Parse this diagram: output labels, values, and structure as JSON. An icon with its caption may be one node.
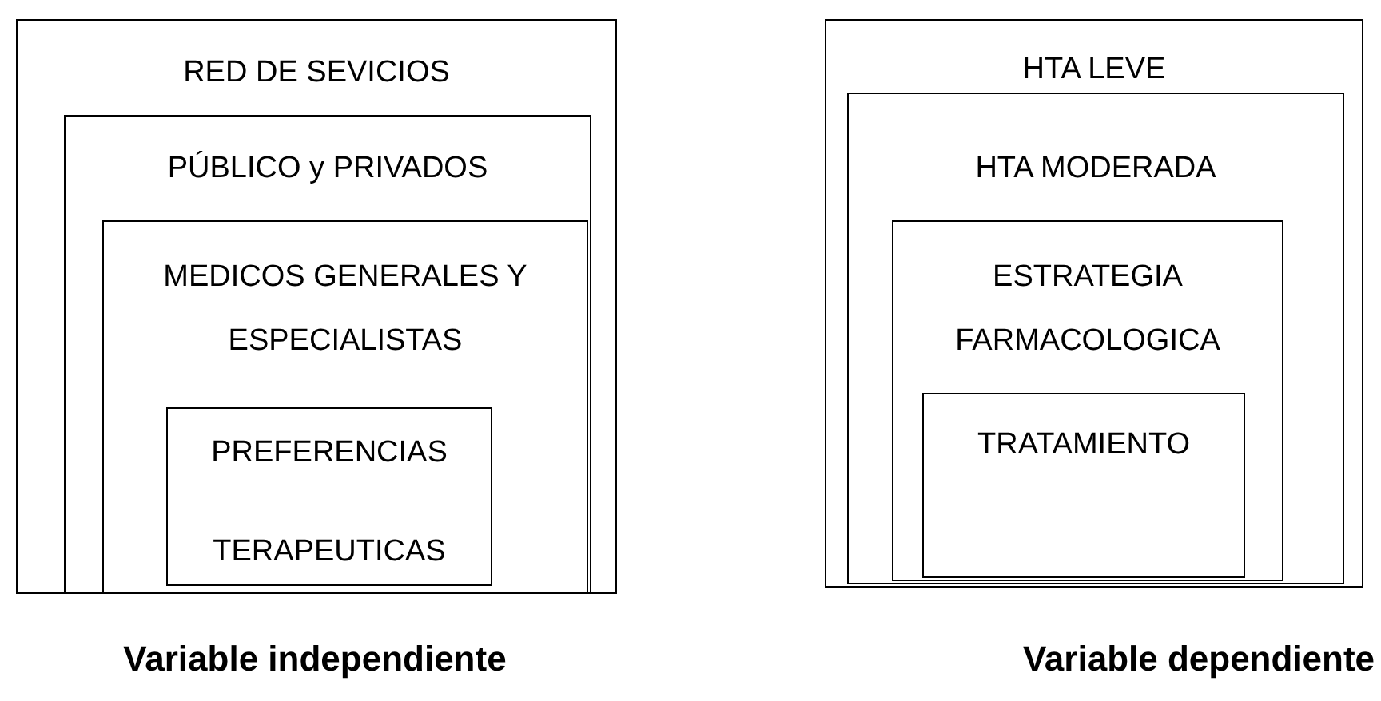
{
  "diagram": {
    "nodes": [
      {
        "text": [
          "RED DE SEVICIOS"
        ]
      },
      {
        "text": [
          "PÚBLICO y PRIVADOS"
        ],
        "in": 0
      },
      {
        "text": [
          "MEDICOS GENERALES Y ESPECIALISTAS"
        ],
        "in": 1
      },
      {
        "text": [
          "PREFERENCIAS",
          "TERAPEUTICAS"
        ],
        "in": 2
      },
      {
        "text": [
          "HTA LEVE"
        ]
      },
      {
        "text": [
          "HTA MODERADA"
        ],
        "in": 4
      },
      {
        "text": [
          "ESTRATEGIA FARMACOLOGICA"
        ],
        "in": 5
      },
      {
        "text": [
          "TRATAMIENTO"
        ],
        "in": 6
      }
    ],
    "labels": [
      "Variable independiente",
      "Variable dependiente"
    ]
  }
}
